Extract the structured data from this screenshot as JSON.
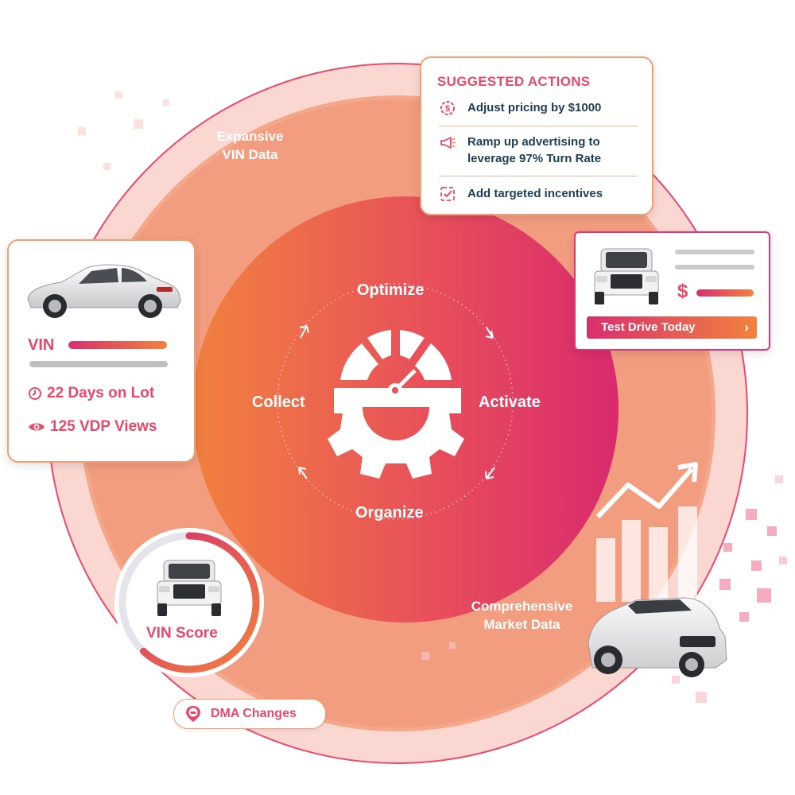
{
  "suggested_actions": {
    "title": "SUGGESTED ACTIONS",
    "items": [
      {
        "icon": "dollar-gear-icon",
        "line1": "Adjust pricing by $1000",
        "line2": ""
      },
      {
        "icon": "megaphone-icon",
        "line1": "Ramp up advertising to",
        "line2": "leverage 97% Turn Rate"
      },
      {
        "icon": "checkbox-icon",
        "line1": "Add targeted incentives",
        "line2": ""
      }
    ]
  },
  "vin_card": {
    "vin_label": "VIN",
    "days_on_lot": "22 Days on Lot",
    "vdp_views": "125 VDP Views"
  },
  "test_drive_card": {
    "currency": "$",
    "button_label": "Test Drive Today",
    "button_icon": "chevron-right-icon"
  },
  "cycle": {
    "optimize": "Optimize",
    "activate": "Activate",
    "organize": "Organize",
    "collect": "Collect"
  },
  "ring_labels": {
    "expansive_line1": "Expansive",
    "expansive_line2": "VIN Data",
    "market_line1": "Comprehensive",
    "market_line2": "Market Data"
  },
  "vin_score": {
    "label": "VIN Score",
    "score": 0.62
  },
  "dma": {
    "label": "DMA Changes",
    "icon": "location-car-icon"
  },
  "colors": {
    "pink": "#e8496a",
    "magenta": "#d92f6e",
    "orange": "#f1823e",
    "navy": "#1f3e53"
  }
}
